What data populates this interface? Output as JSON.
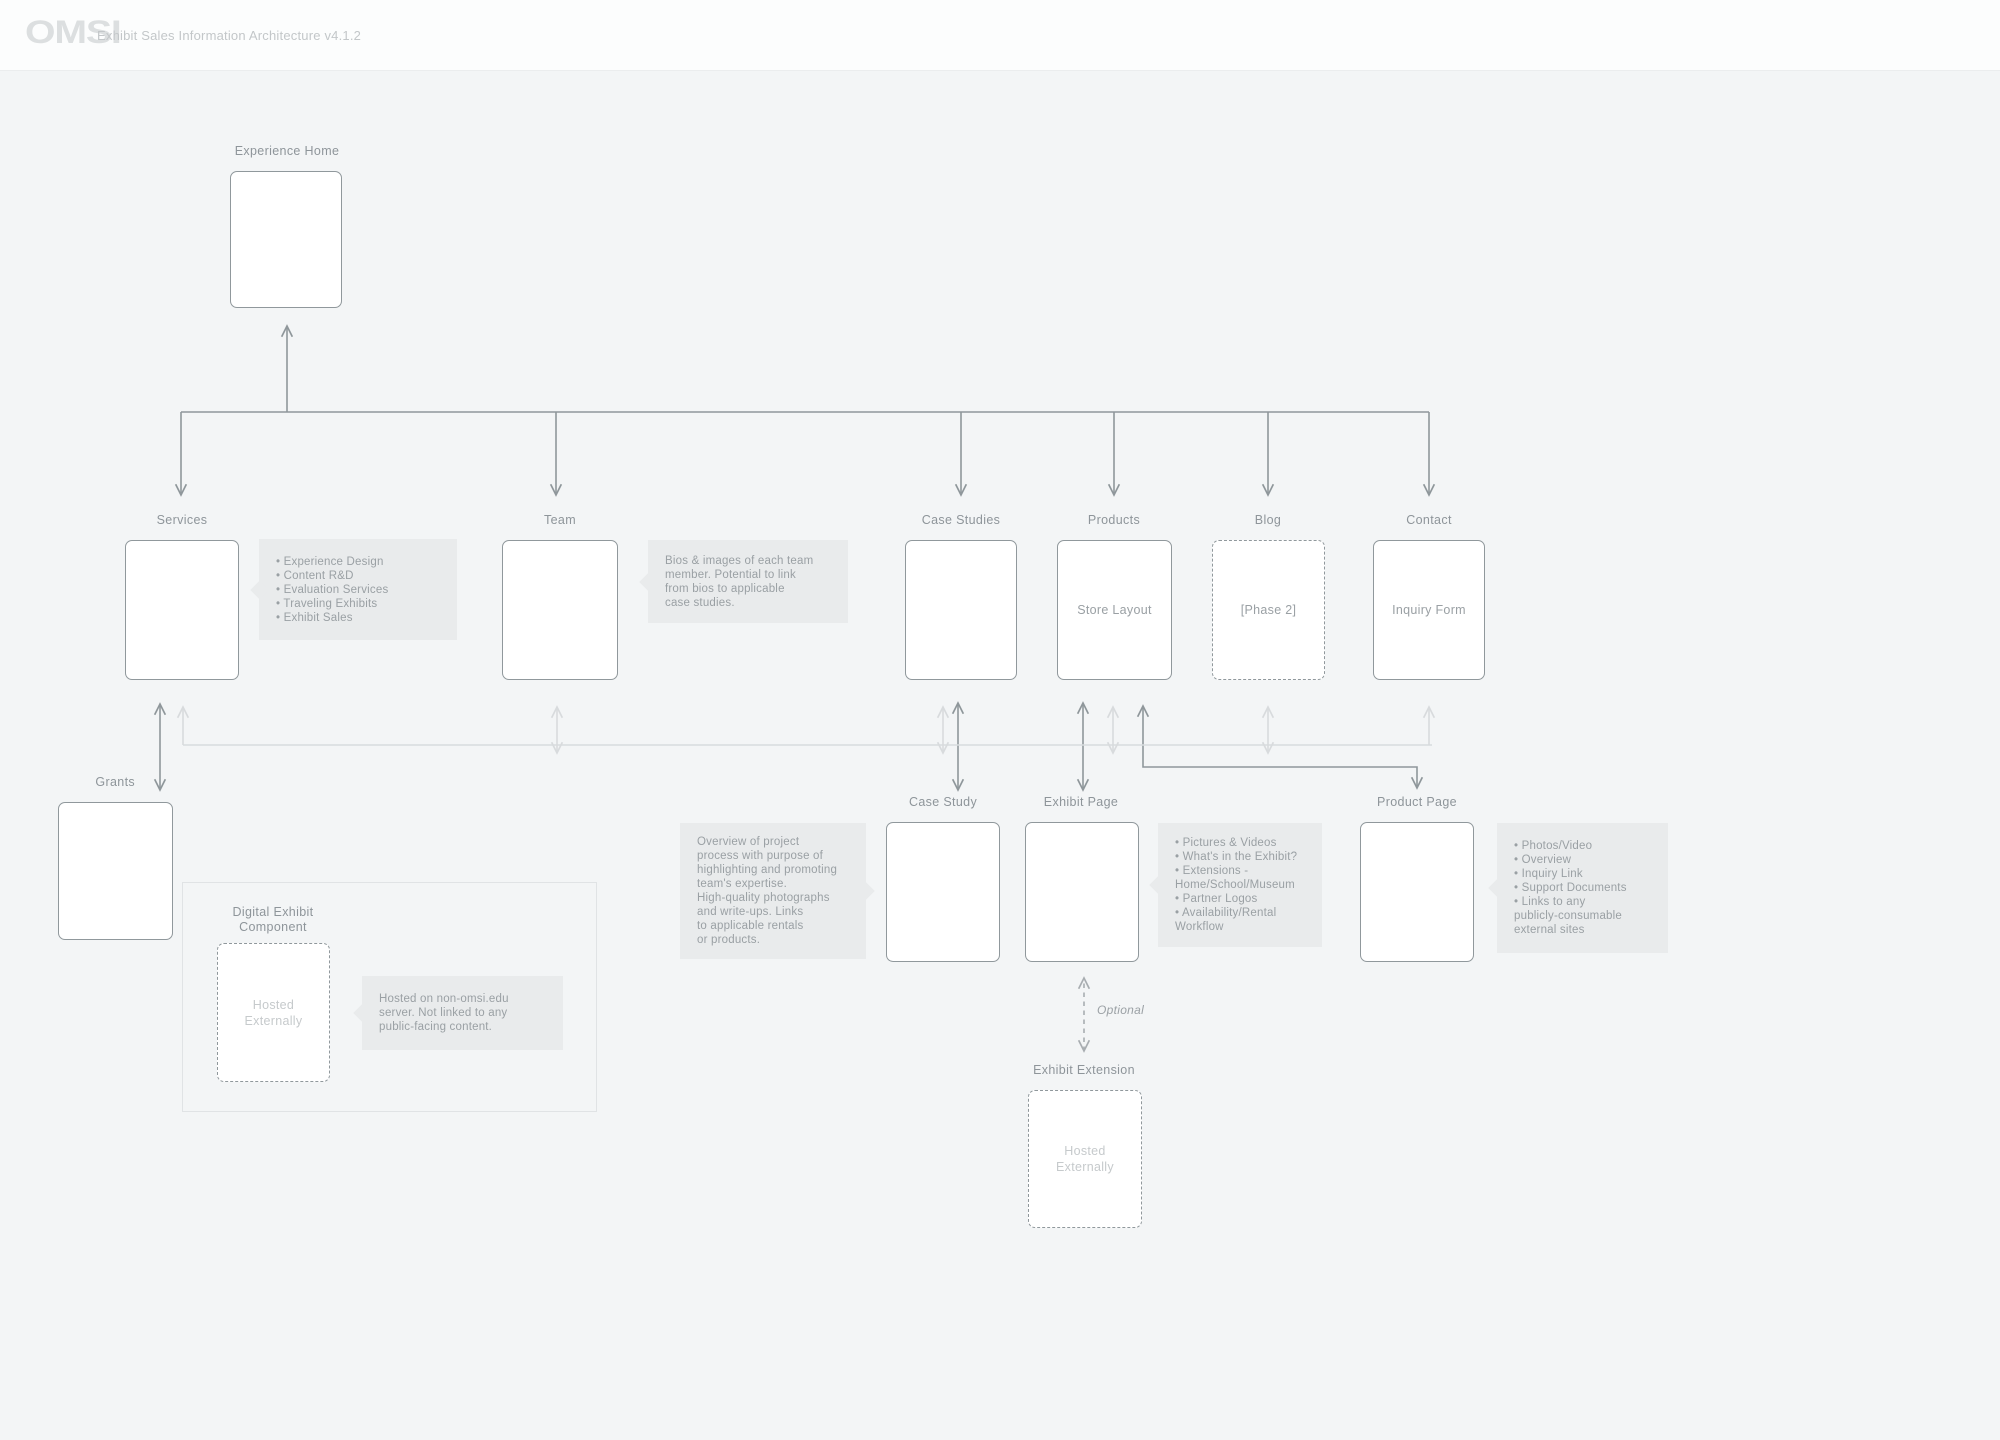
{
  "header": {
    "logo": "OMSI",
    "title": "Exhibit Sales Information Architecture v4.1.2"
  },
  "colors": {
    "background": "#f3f5f6",
    "box_border": "#90989c",
    "dark_connector": "#8f979b",
    "light_connector": "#d8dbdd",
    "optional_connector": "#a8adb1",
    "note_background": "#e9ebec",
    "note_text": "#9aa0a4",
    "label_text": "#8e959a",
    "faint_text": "#c6cacc"
  },
  "nodes": {
    "experience_home": {
      "label": "Experience Home"
    },
    "services": {
      "label": "Services"
    },
    "team": {
      "label": "Team"
    },
    "case_studies": {
      "label": "Case Studies"
    },
    "products": {
      "label": "Products",
      "body": "Store Layout"
    },
    "blog": {
      "label": "Blog",
      "body": "[Phase 2]"
    },
    "contact": {
      "label": "Contact",
      "body": "Inquiry Form"
    },
    "grants": {
      "label": "Grants"
    },
    "case_study": {
      "label": "Case Study"
    },
    "exhibit_page": {
      "label": "Exhibit Page"
    },
    "product_page": {
      "label": "Product Page"
    },
    "digital_exhibit_component": {
      "label": "Digital Exhibit\nComponent",
      "body": "Hosted\nExternally"
    },
    "exhibit_extension": {
      "label": "Exhibit Extension",
      "body": "Hosted\nExternally"
    }
  },
  "annotations": {
    "services": "• Experience Design\n• Content R&D\n• Evaluation Services\n• Traveling Exhibits\n• Exhibit Sales",
    "team": "Bios & images of each team\nmember. Potential to link\nfrom bios to applicable\ncase studies.",
    "case_study": "Overview of project\nprocess with purpose of\nhighlighting and promoting\nteam's expertise.\nHigh-quality photographs\nand write-ups. Links\nto applicable rentals\nor products.",
    "exhibit_page": "• Pictures & Videos\n• What's in the Exhibit?\n• Extensions -\nHome/School/Museum\n• Partner Logos\n• Availability/Rental\nWorkflow",
    "product_page": "• Photos/Video\n• Overview\n• Inquiry Link\n• Support Documents\n• Links to any\npublicly-consumable\nexternal sites",
    "digital_exhibit_component": "Hosted on non-omsi.edu\nserver. Not linked to any\npublic-facing content.",
    "optional": "Optional"
  }
}
